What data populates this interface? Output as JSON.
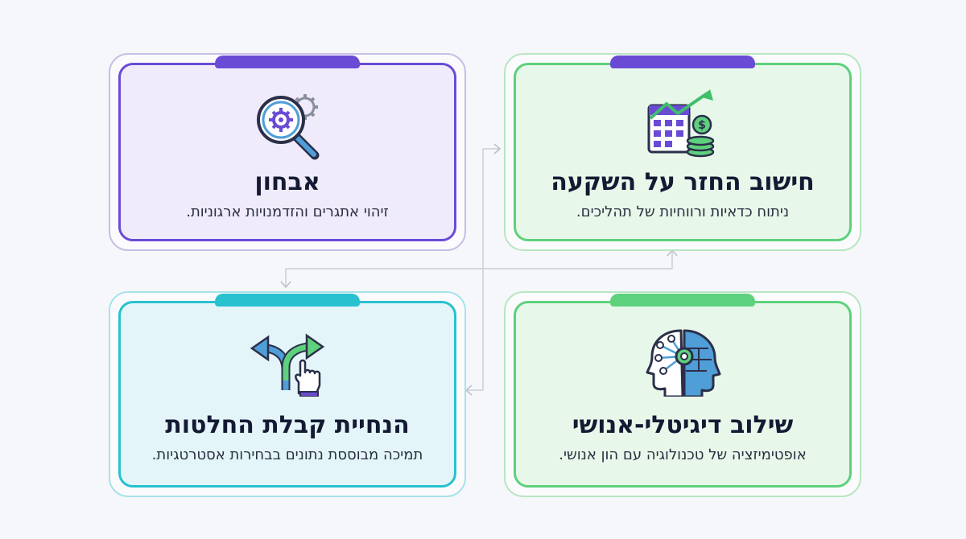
{
  "cards": [
    {
      "id": "diagnosis",
      "title": "אבחון",
      "subtitle": "זיהוי אתגרים והזדמנויות ארגוניות.",
      "accent": "#6a4bd6",
      "fill": "#efebfb",
      "icon": "magnifier-gear-icon"
    },
    {
      "id": "roi",
      "title": "חישוב החזר על השקעה",
      "subtitle": "ניתוח כדאיות ורווחיות של תהליכים.",
      "accent": "#5ed17c",
      "fill": "#e7f7ea",
      "tab": "#6a4bd6",
      "icon": "roi-chart-icon"
    },
    {
      "id": "decisions",
      "title": "הנחיית קבלת החלטות",
      "subtitle": "תמיכה מבוססת נתונים בבחירות אסטרטגיות.",
      "accent": "#28c1d0",
      "fill": "#e3f5f8",
      "icon": "decision-arrows-icon"
    },
    {
      "id": "integration",
      "title": "שילוב דיגיטלי-אנושי",
      "subtitle": "אופטימיזציה של טכנולוגיה עם הון אנושי.",
      "accent": "#5ed17c",
      "fill": "#e7f7ea",
      "icon": "human-ai-head-icon"
    }
  ]
}
